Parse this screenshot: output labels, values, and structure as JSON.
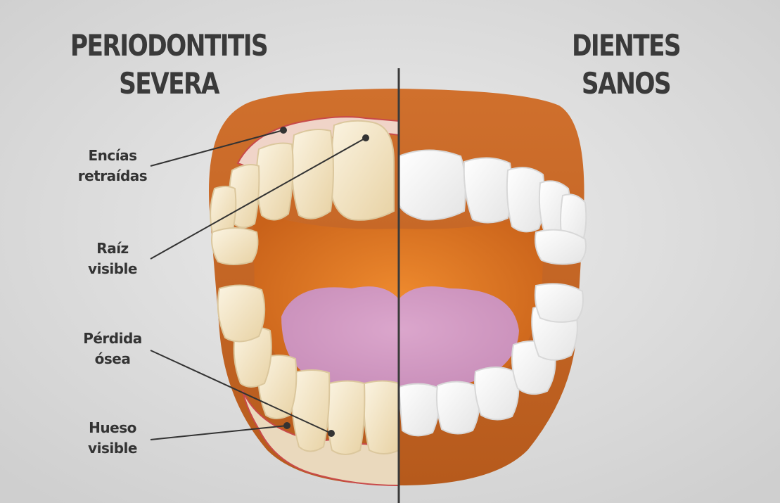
{
  "titles": {
    "left": [
      "PERIODONTITIS",
      "SEVERA"
    ],
    "right": [
      "DIENTES",
      "SANOS"
    ]
  },
  "callouts": [
    {
      "id": "encias",
      "lines": [
        "Encías",
        "retraídas"
      ]
    },
    {
      "id": "raiz",
      "lines": [
        "Raíz",
        "visible"
      ]
    },
    {
      "id": "perdida",
      "lines": [
        "Pérdida",
        "ósea"
      ]
    },
    {
      "id": "hueso",
      "lines": [
        "Hueso",
        "visible"
      ]
    }
  ],
  "colors": {
    "background": "#d8d8d8",
    "gum": "#d8732a",
    "mouth": "#e07a1f",
    "tongue": "#d69bc4",
    "tooth_healthy": "#f7f7f7",
    "tooth_diseased": "#f3e6c4",
    "bone": "#ead9bd",
    "text": "#3a3a3a"
  }
}
